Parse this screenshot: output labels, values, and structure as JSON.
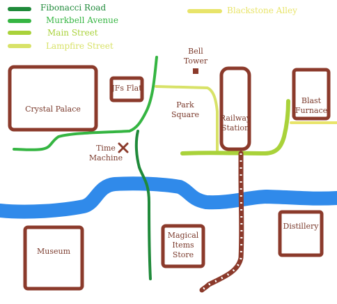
{
  "legend": {
    "items": [
      {
        "label": "Fibonacci Road",
        "color": "#1f8a3a"
      },
      {
        "label": "Murkbell Avenue",
        "color": "#35b542"
      },
      {
        "label": "Main Street",
        "color": "#a9d23a"
      },
      {
        "label": "Lampfire Street",
        "color": "#d8e268"
      },
      {
        "label": "Blackstone Alley",
        "color": "#e8e46a"
      }
    ]
  },
  "places": {
    "crystal_palace": "Crystal Palace",
    "jfs_flat": "JFs Flat",
    "bell_tower": "Bell\nTower",
    "park_square": "Park\nSquare",
    "railway_station": "Railway\nStation",
    "blast_furnace": "Blast\nFurnace",
    "time_machine": "Time\nMachine",
    "museum": "Museum",
    "magical_items_store": "Magical\nItems\nStore",
    "distillery": "Distillery"
  },
  "colors": {
    "building": "#8b3a2b",
    "river": "#1a7de8",
    "rail": "#8b3a2b",
    "label": "#7a3a2c"
  }
}
